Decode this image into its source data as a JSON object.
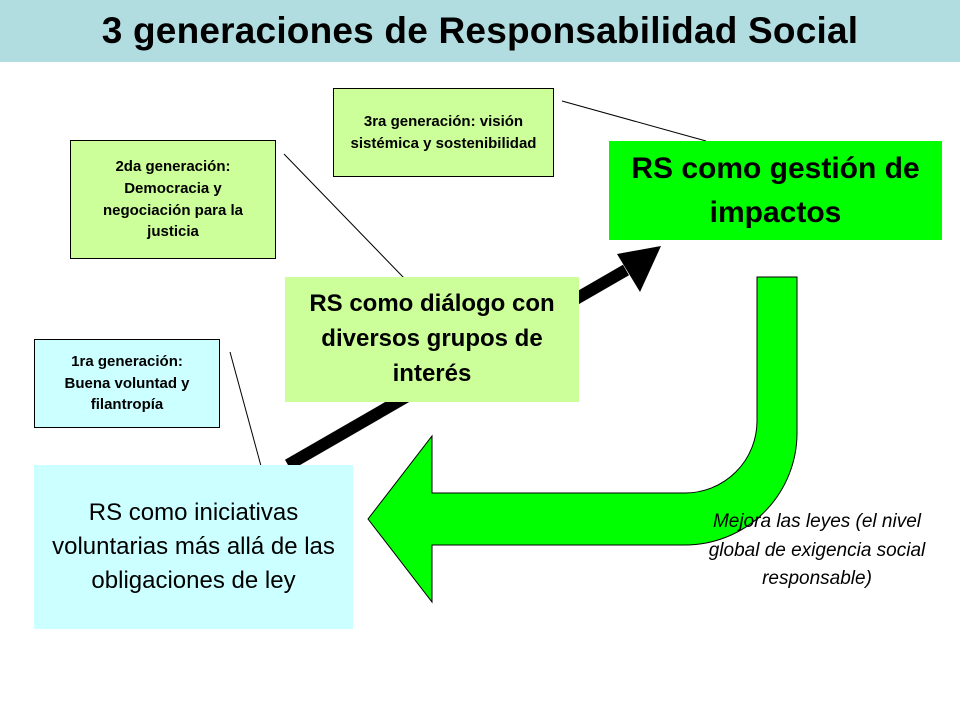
{
  "title": "3 generaciones de Responsabilidad Social",
  "labels": {
    "gen3": "3ra generación: visión sistémica y sostenibilidad",
    "gen2": "2da generación: Democracia y negociación para la justicia",
    "gen1": "1ra generación: Buena voluntad y filantropía"
  },
  "stages": {
    "impactos": "RS como gestión de impactos",
    "dialogo": "RS como diálogo con diversos grupos de interés",
    "iniciativas": "RS  como iniciativas voluntarias más allá de las obligaciones de ley"
  },
  "note": "Mejora las leyes (el nivel global de exigencia social responsable)",
  "colors": {
    "title_bg": "#b2dde0",
    "bright_green": "#00ff00",
    "light_green": "#ccff99",
    "light_cyan": "#ccffff",
    "arrow": "#000000"
  }
}
